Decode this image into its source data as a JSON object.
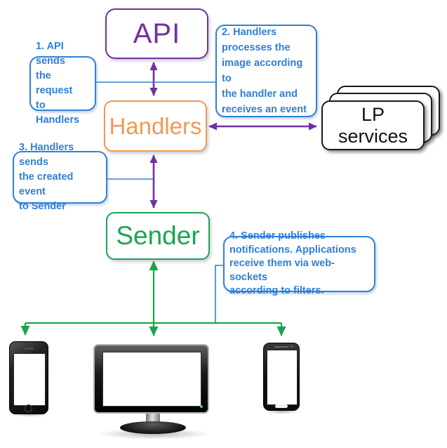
{
  "diagram": {
    "title": "Event pipeline architecture diagram",
    "nodes": {
      "api": {
        "label": "API",
        "color": "#7030A0"
      },
      "handlers": {
        "label": "Handlers",
        "color": "#EF9B50"
      },
      "sender": {
        "label": "Sender",
        "color": "#1AA551"
      },
      "lp_services": {
        "label": "LP\nservices",
        "color": "#1A1A1A",
        "stack_count": 3
      }
    },
    "callouts": [
      {
        "id": "1",
        "text": "1. API sends\nthe request\nto Handlers"
      },
      {
        "id": "2",
        "text": "2. Handlers\nprocesses the\nimage according to\nthe handler and\nreceives an event"
      },
      {
        "id": "3",
        "text": "3. Handlers sends\nthe created event\nto Sender"
      },
      {
        "id": "4",
        "text": "4. Sender publishes\nnotifications. Applications\nreceive them via web-sockets\naccording to filters."
      }
    ],
    "connections": [
      {
        "from": "api",
        "to": "handlers",
        "style": "double-arrow",
        "color": "#7030A0"
      },
      {
        "from": "handlers",
        "to": "lp_services",
        "style": "double-arrow",
        "color": "#7030A0"
      },
      {
        "from": "handlers",
        "to": "sender",
        "style": "double-arrow",
        "color": "#7030A0"
      },
      {
        "from": "sender",
        "to": "devices",
        "style": "double-arrow-fanout",
        "color": "#1AA64C"
      }
    ],
    "devices": [
      {
        "type": "smartphone"
      },
      {
        "type": "monitor"
      },
      {
        "type": "smartphone"
      }
    ],
    "colors": {
      "purple": "#7030A0",
      "orange": "#EF9B50",
      "green": "#1AA551",
      "callout_blue": "#2E80D9",
      "black": "#1A1A1A",
      "background": "#FFFFFF"
    }
  }
}
